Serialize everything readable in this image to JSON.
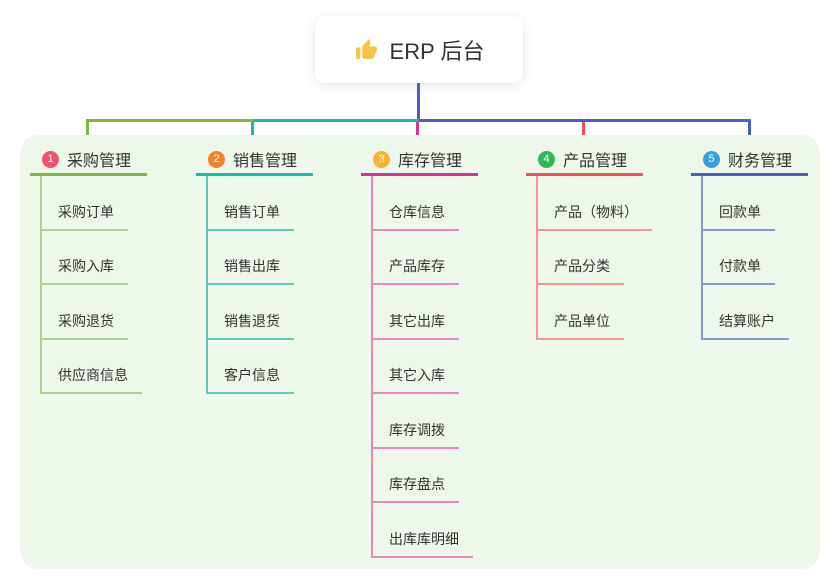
{
  "root": {
    "label": "ERP 后台",
    "icon": "thumbs-up-icon"
  },
  "branches": [
    {
      "index": "1",
      "label": "采购管理",
      "badge_color": "#f0546d",
      "color": "#7dba3d",
      "sub_color": "#a9d387",
      "items": [
        "采购订单",
        "采购入库",
        "采购退货",
        "供应商信息"
      ]
    },
    {
      "index": "2",
      "label": "销售管理",
      "badge_color": "#f5812f",
      "color": "#12bcae",
      "sub_color": "#5acabe",
      "items": [
        "销售订单",
        "销售出库",
        "销售退货",
        "客户信息"
      ]
    },
    {
      "index": "3",
      "label": "库存管理",
      "badge_color": "#f9b234",
      "color": "#da3197",
      "sub_color": "#ef85bf",
      "items": [
        "仓库信息",
        "产品库存",
        "其它出库",
        "其它入库",
        "库存调拨",
        "库存盘点",
        "出库库明细"
      ]
    },
    {
      "index": "4",
      "label": "产品管理",
      "badge_color": "#31b854",
      "color": "#f25052",
      "sub_color": "#f59496",
      "items": [
        "产品（物料）",
        "产品分类",
        "产品单位"
      ]
    },
    {
      "index": "5",
      "label": "财务管理",
      "badge_color": "#36a0dc",
      "color": "#4a5fc4",
      "sub_color": "#8296d8",
      "items": [
        "回款单",
        "付款单",
        "结算账户"
      ]
    }
  ],
  "colors": {
    "canvas_bg": "#ffffff",
    "panel_bg": "#edf8ea",
    "root_line": "#4a5fc4",
    "text": "#333333",
    "thumb_icon": "#f6c344"
  }
}
